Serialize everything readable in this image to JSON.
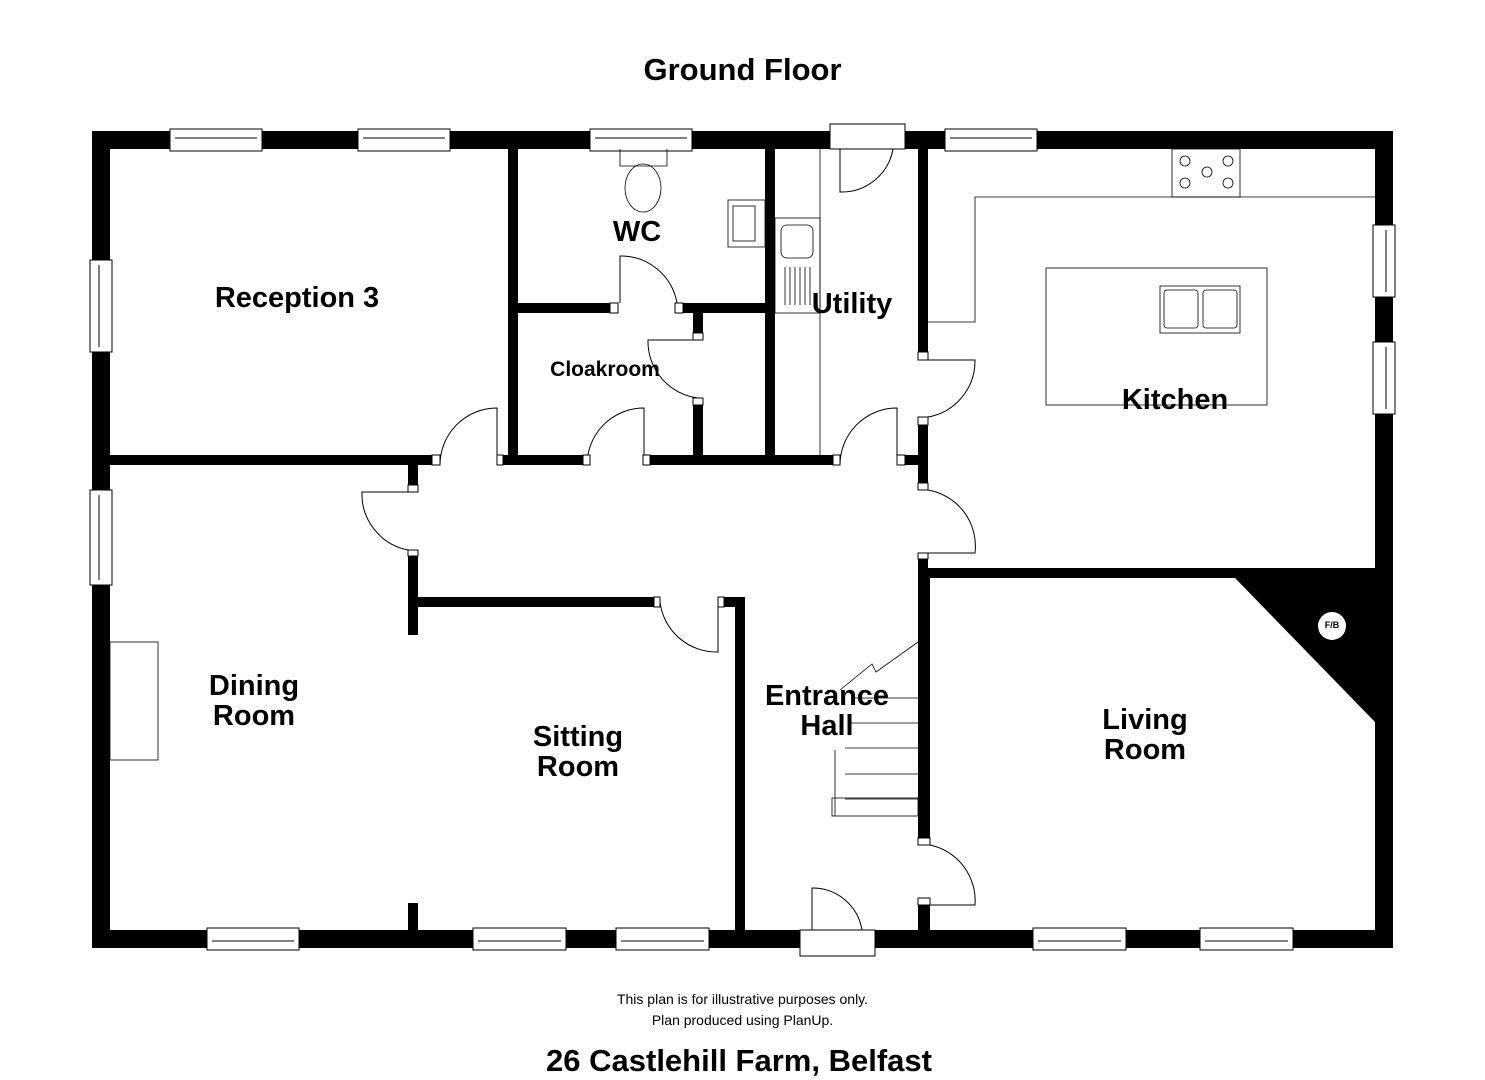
{
  "title": "Ground Floor",
  "rooms": {
    "reception3": "Reception 3",
    "wc": "WC",
    "cloakroom": "Cloakroom",
    "utility": "Utility",
    "kitchen": "Kitchen",
    "dining_line1": "Dining",
    "dining_line2": "Room",
    "sitting_line1": "Sitting",
    "sitting_line2": "Room",
    "hall_line1": "Entrance",
    "hall_line2": "Hall",
    "living_line1": "Living",
    "living_line2": "Room"
  },
  "fireplace_label": "F/B",
  "disclaimer_line1": "This plan is for illustrative purposes only.",
  "disclaimer_line2": "Plan produced using PlanUp.",
  "address": "26 Castlehill Farm, Belfast"
}
